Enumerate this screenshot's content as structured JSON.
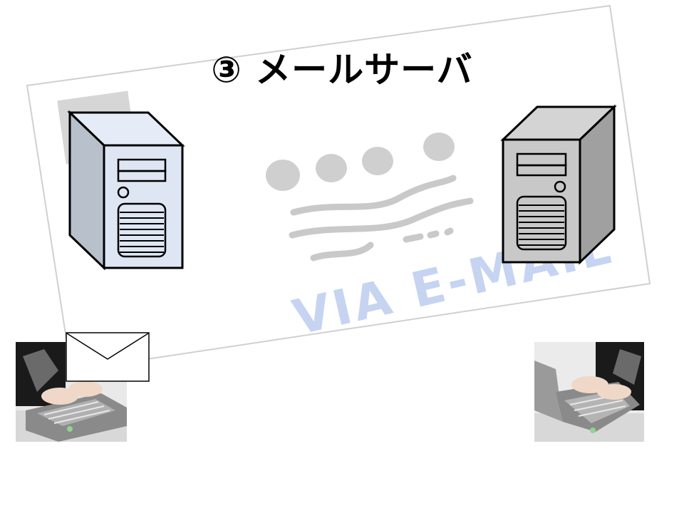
{
  "slide": {
    "title": "③ メールサーバ",
    "background_stamp_text": "VIA E-MAIL"
  },
  "colors": {
    "sender_server": "#dfe6f3",
    "receiver_server": "#c8c8c8",
    "stamp_text": "#c6d4f2",
    "stamp_wave": "#c9c9c9"
  },
  "icons": {
    "sender_server": "server-tower-icon",
    "receiver_server": "server-tower-icon",
    "envelope": "envelope-icon",
    "sender_photo": "person-typing-laptop-photo",
    "receiver_photo": "person-typing-laptop-photo"
  }
}
